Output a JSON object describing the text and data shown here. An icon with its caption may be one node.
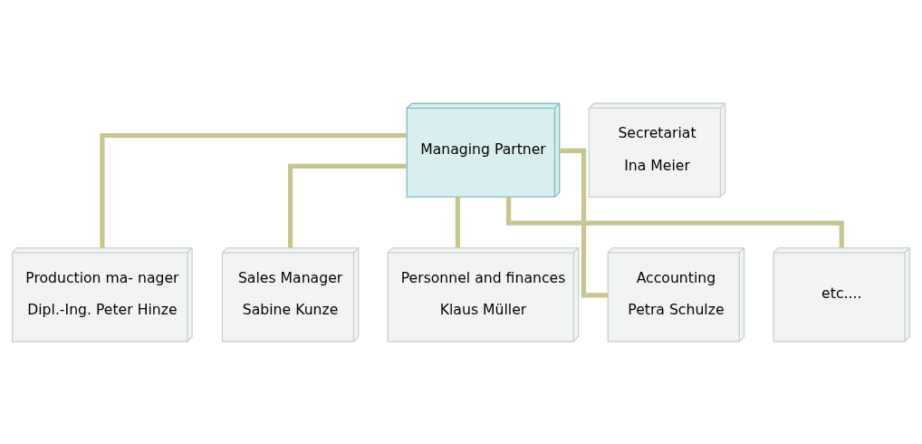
{
  "diagram": {
    "nodes": [
      {
        "text": [
          "Managing Partner"
        ]
      },
      {
        "text": [
          "Secretariat",
          "Ina Meier"
        ]
      },
      {
        "text": [
          "Production ma- nager",
          "Dipl.-Ing. Peter Hinze"
        ]
      },
      {
        "text": [
          "Sales Manager",
          "Sabine Kunze"
        ]
      },
      {
        "text": [
          "Personnel and finances",
          "Klaus Müller"
        ]
      },
      {
        "text": [
          "Accounting",
          "Petra Schulze"
        ]
      },
      {
        "text": [
          "etc...."
        ]
      }
    ],
    "edges": [
      {
        "from": 0,
        "to": 2,
        "arrow": "none"
      },
      {
        "from": 0,
        "to": 3,
        "arrow": "none"
      },
      {
        "from": 0,
        "to": 4,
        "arrow": "none"
      },
      {
        "from": 0,
        "to": 5,
        "arrow": "none"
      },
      {
        "from": 0,
        "to": 6,
        "arrow": "none"
      }
    ]
  }
}
